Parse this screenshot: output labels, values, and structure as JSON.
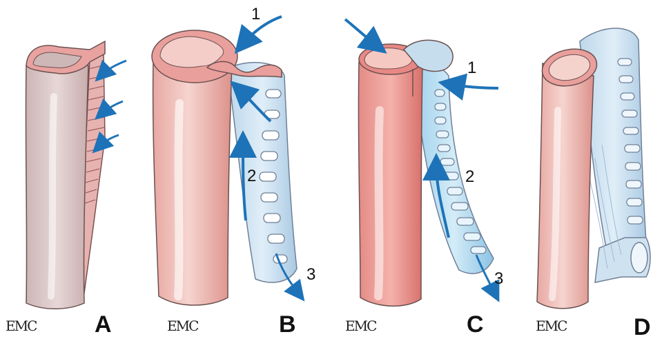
{
  "panels": [
    {
      "letter": "A",
      "logo": "EMC"
    },
    {
      "letter": "B",
      "logo": "EMC",
      "steps": [
        "1",
        "2",
        "3"
      ]
    },
    {
      "letter": "C",
      "logo": "EMC",
      "steps": [
        "1",
        "2",
        "3"
      ]
    },
    {
      "letter": "D",
      "logo": "EMC"
    }
  ],
  "colors": {
    "vessel_light": "#f4cfc8",
    "vessel_mid": "#e9a9a2",
    "vessel_dark": "#d98680",
    "vessel_grey": "#d8c2c2",
    "lumen": "#cdb7b7",
    "false_lumen": "#d7e6f2",
    "false_lumen_edge": "#6f7f97",
    "arrow": "#1e73b8",
    "outline": "#5a4a4a"
  }
}
